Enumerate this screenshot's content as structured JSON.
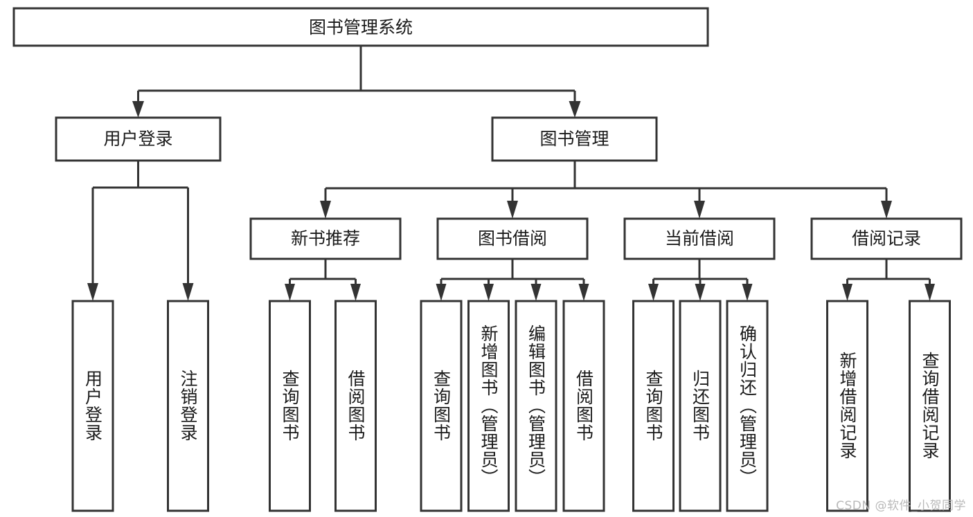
{
  "diagram": {
    "title": "图书管理系统",
    "watermark": "CSDN @软件_小贺同学",
    "colors": {
      "stroke": "#333333",
      "fill": "#ffffff",
      "text": "#1a1a1a",
      "watermark": "#b9b9b9"
    },
    "levels": {
      "root": {
        "label": "图书管理系统"
      },
      "level2": [
        {
          "label": "用户登录"
        },
        {
          "label": "图书管理"
        }
      ],
      "level3": [
        {
          "label": "新书推荐"
        },
        {
          "label": "图书借阅"
        },
        {
          "label": "当前借阅"
        },
        {
          "label": "借阅记录"
        }
      ]
    },
    "leaves": {
      "user_login": [
        {
          "label": "用户登录"
        },
        {
          "label": "注销登录"
        }
      ],
      "new_book": [
        {
          "label": "查询图书"
        },
        {
          "label": "借阅图书"
        }
      ],
      "book_borrow": [
        {
          "label": "查询图书"
        },
        {
          "label": "新增图书（管理员）"
        },
        {
          "label": "编辑图书（管理员）"
        },
        {
          "label": "借阅图书"
        }
      ],
      "current_borrow": [
        {
          "label": "查询图书"
        },
        {
          "label": "归还图书"
        },
        {
          "label": "确认归还（管理员）"
        }
      ],
      "borrow_record": [
        {
          "label": "新增借阅记录"
        },
        {
          "label": "查询借阅记录"
        }
      ]
    }
  }
}
